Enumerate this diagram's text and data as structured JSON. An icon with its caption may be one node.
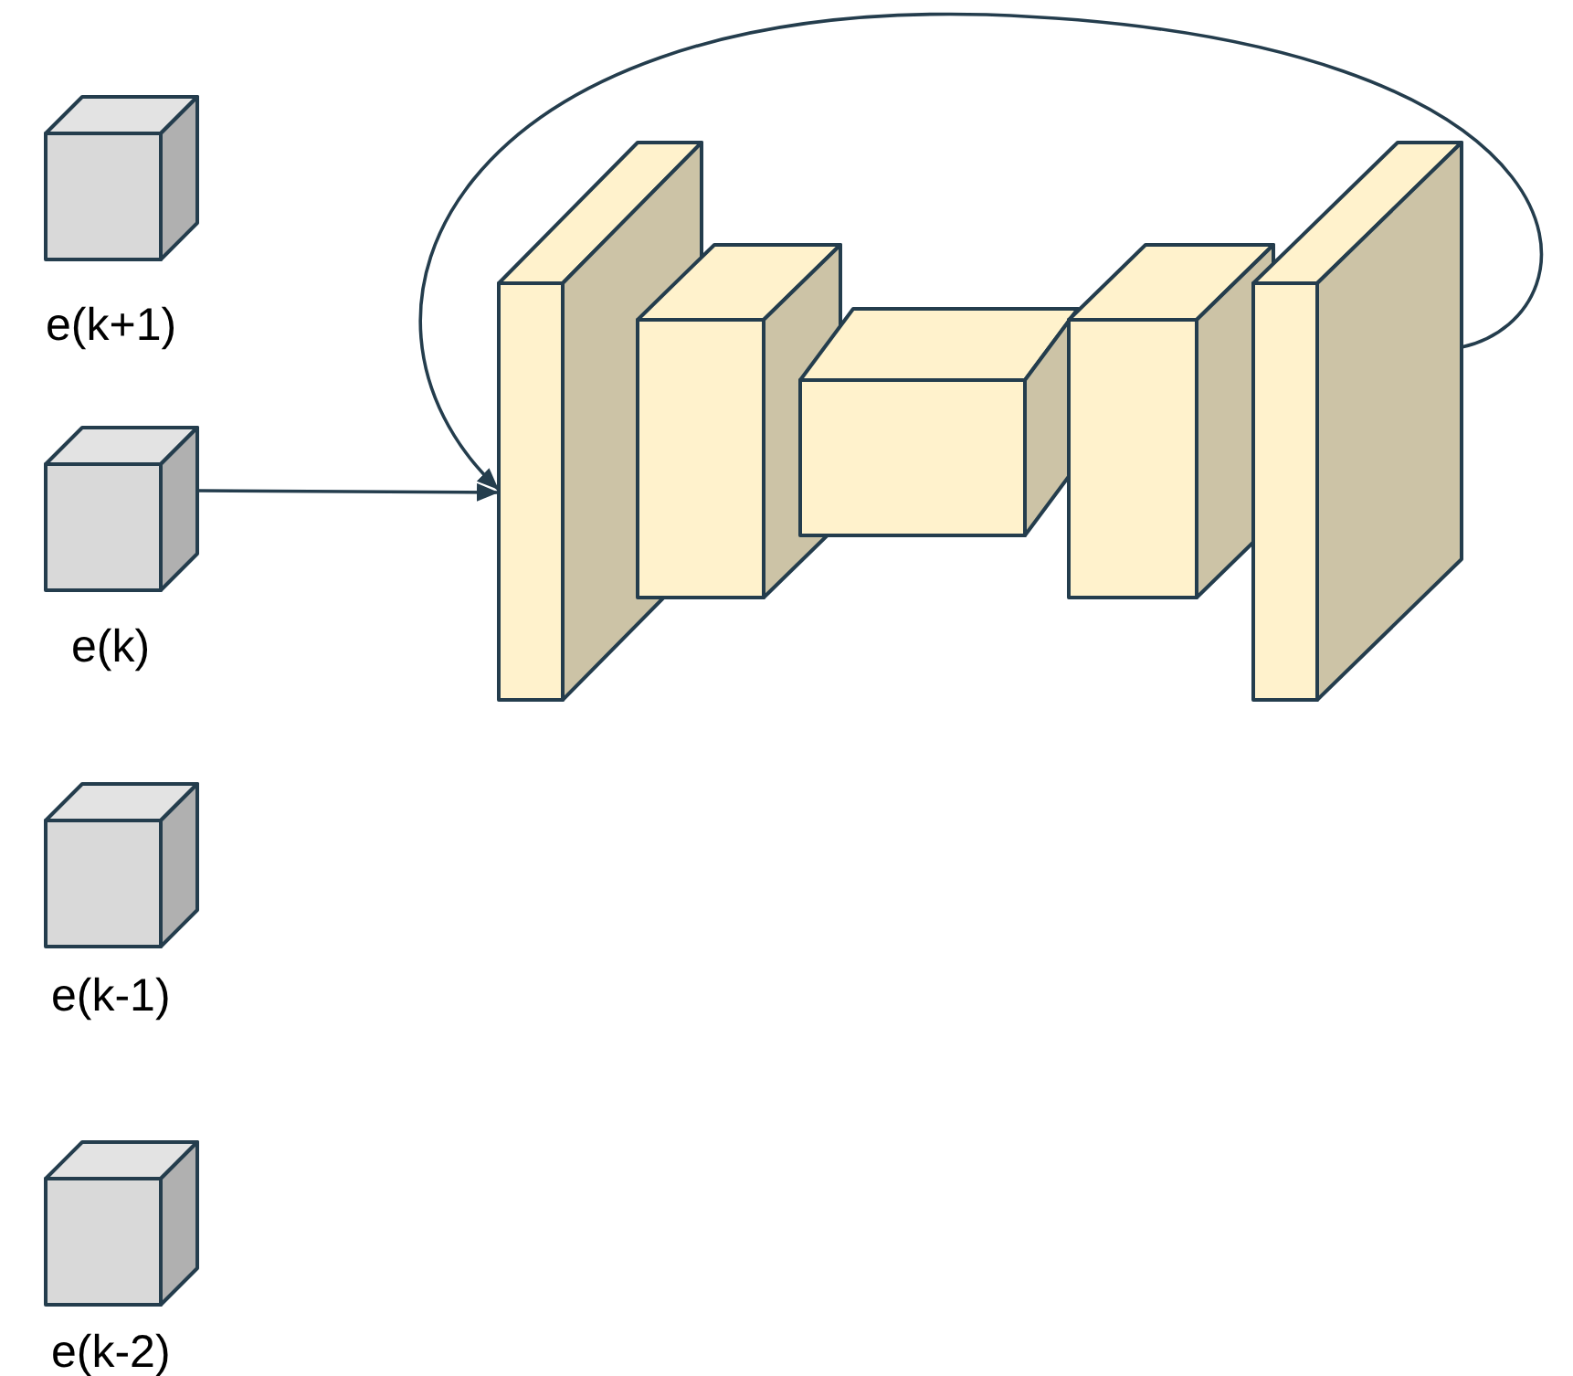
{
  "diagram": {
    "nodes": [
      {
        "text": [
          "e(k+1)"
        ]
      },
      {
        "text": [
          "e(k)"
        ]
      },
      {
        "text": [
          "e(k-1)"
        ]
      },
      {
        "text": [
          "e(k-2)"
        ]
      },
      {
        "text": [],
        "shape": "box"
      },
      {
        "text": [],
        "shape": "box"
      },
      {
        "text": [],
        "shape": "box"
      },
      {
        "text": [],
        "shape": "box"
      },
      {
        "text": [],
        "shape": "box"
      }
    ],
    "edges": [
      {
        "from": 1,
        "to": 4,
        "arrow": "to"
      },
      {
        "from": 8,
        "to": 4,
        "arrow": "to"
      }
    ]
  }
}
